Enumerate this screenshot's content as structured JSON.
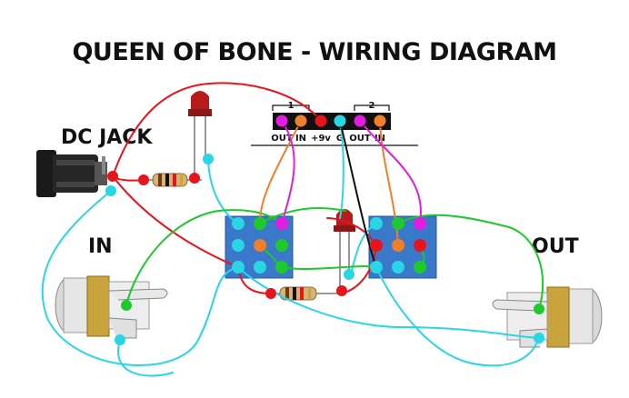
{
  "title": "QUEEN OF BONE - WIRING DIAGRAM",
  "labels": {
    "dc_jack": "DC JACK",
    "in": "IN",
    "out": "OUT"
  },
  "board": {
    "group1": "1",
    "group2": "2",
    "pins": [
      "OUT",
      "IN",
      "+9v",
      "G",
      "OUT",
      "IN"
    ]
  },
  "colors": {
    "red": "#e8141b",
    "cyan": "#29d6e6",
    "green": "#1ec92b",
    "orange": "#f07f2a",
    "magenta": "#e21de0",
    "black": "#111111",
    "switch_blue": "#3a78c9"
  }
}
